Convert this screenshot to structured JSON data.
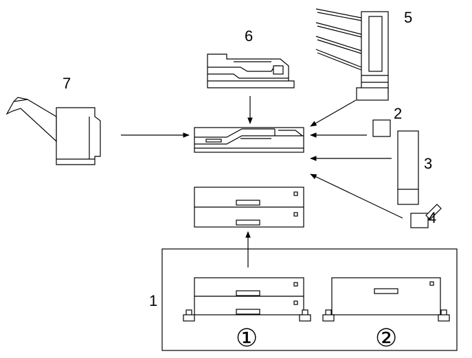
{
  "labels": {
    "one": "1",
    "two": "2",
    "three": "3",
    "four": "4",
    "five": "5",
    "six": "6",
    "seven": "7"
  },
  "sub_labels": {
    "circled_one": "①",
    "circled_two": "②"
  }
}
